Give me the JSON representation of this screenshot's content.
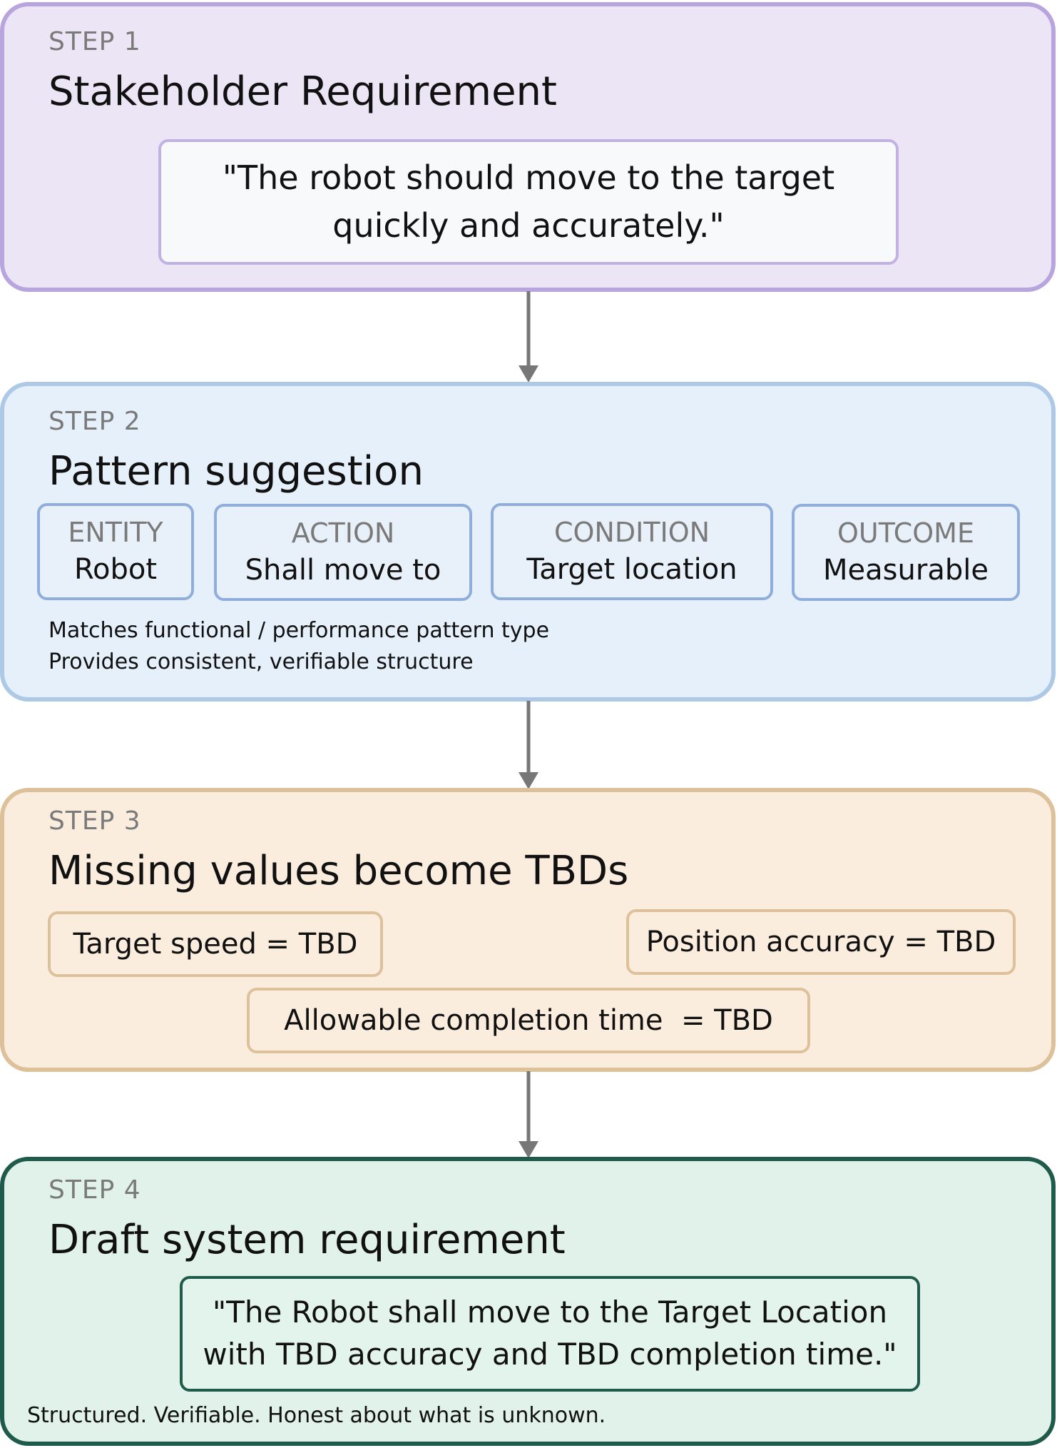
{
  "colors": {
    "step1_fill": "#ebe5f6",
    "step1_border": "#b9a5de",
    "step2_fill": "#e6f0fa",
    "step2_border": "#adc9e6",
    "step3_fill": "#fbeddd",
    "step3_border": "#ddc19b",
    "step4_fill": "#e1f2ea",
    "step4_border": "#1e5b4a",
    "arrow": "#777777"
  },
  "step1": {
    "label": "STEP 1",
    "title": "Stakeholder Requirement",
    "quote_line1": "\"The robot should move to the target",
    "quote_line2": "quickly and accurately.\""
  },
  "step2": {
    "label": "STEP 2",
    "title": "Pattern suggestion",
    "pattern": [
      {
        "head": "ENTITY",
        "value": "Robot"
      },
      {
        "head": "ACTION",
        "value": "Shall move to"
      },
      {
        "head": "CONDITION",
        "value": "Target location"
      },
      {
        "head": "OUTCOME",
        "value": "Measurable"
      }
    ],
    "note_line1": "Matches functional / performance pattern type",
    "note_line2": "Provides consistent, verifiable structure"
  },
  "step3": {
    "label": "STEP 3",
    "title": "Missing values become TBDs",
    "tbds": [
      "Target speed = TBD",
      "Position accuracy = TBD",
      "Allowable completion time  = TBD"
    ]
  },
  "step4": {
    "label": "STEP 4",
    "title": "Draft system requirement",
    "quote_line1": "\"The Robot shall move to the Target Location",
    "quote_line2": "with TBD accuracy and TBD completion time.\"",
    "footer": "Structured. Verifiable. Honest about what is unknown."
  }
}
